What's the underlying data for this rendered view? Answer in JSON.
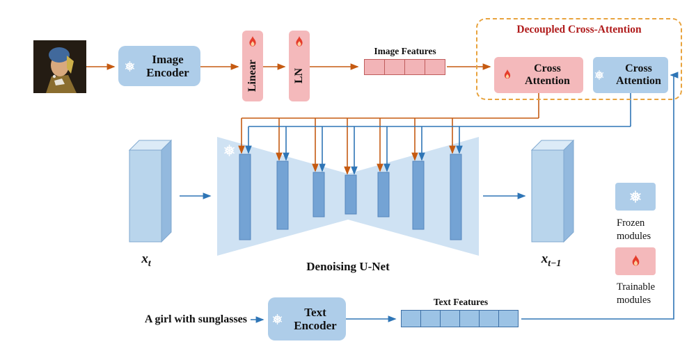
{
  "decoupled": {
    "title": "Decoupled Cross-Attention"
  },
  "blocks": {
    "image_encoder": "Image Encoder",
    "linear": "Linear",
    "ln": "LN",
    "image_features": "Image Features",
    "cross_attention_trainable": "Cross Attention",
    "cross_attention_frozen": "Cross Attention",
    "denoising_unet": "Denoising U-Net",
    "text_encoder": "Text Encoder",
    "text_features": "Text Features"
  },
  "tensors": {
    "xt_base": "x",
    "xt_sub": "t",
    "xprev_base": "x",
    "xprev_sub": "t−1"
  },
  "prompt": "A girl with sunglasses",
  "legend": {
    "frozen": "Frozen modules",
    "trainable": "Trainable modules"
  },
  "features": {
    "image_cells": 4,
    "text_cells": 6
  },
  "icons": {
    "snowflake": "frozen-module-icon",
    "flame": "trainable-module-icon"
  },
  "colors": {
    "frozen_blue": "#aecde9",
    "trainable_pink": "#f4b9bb",
    "orange_arrow": "#c55a11",
    "blue_arrow": "#2e75b6",
    "title_red": "#b01c1c",
    "unet_fill": "#cfe2f3",
    "bar_fill": "#74a3d4"
  }
}
